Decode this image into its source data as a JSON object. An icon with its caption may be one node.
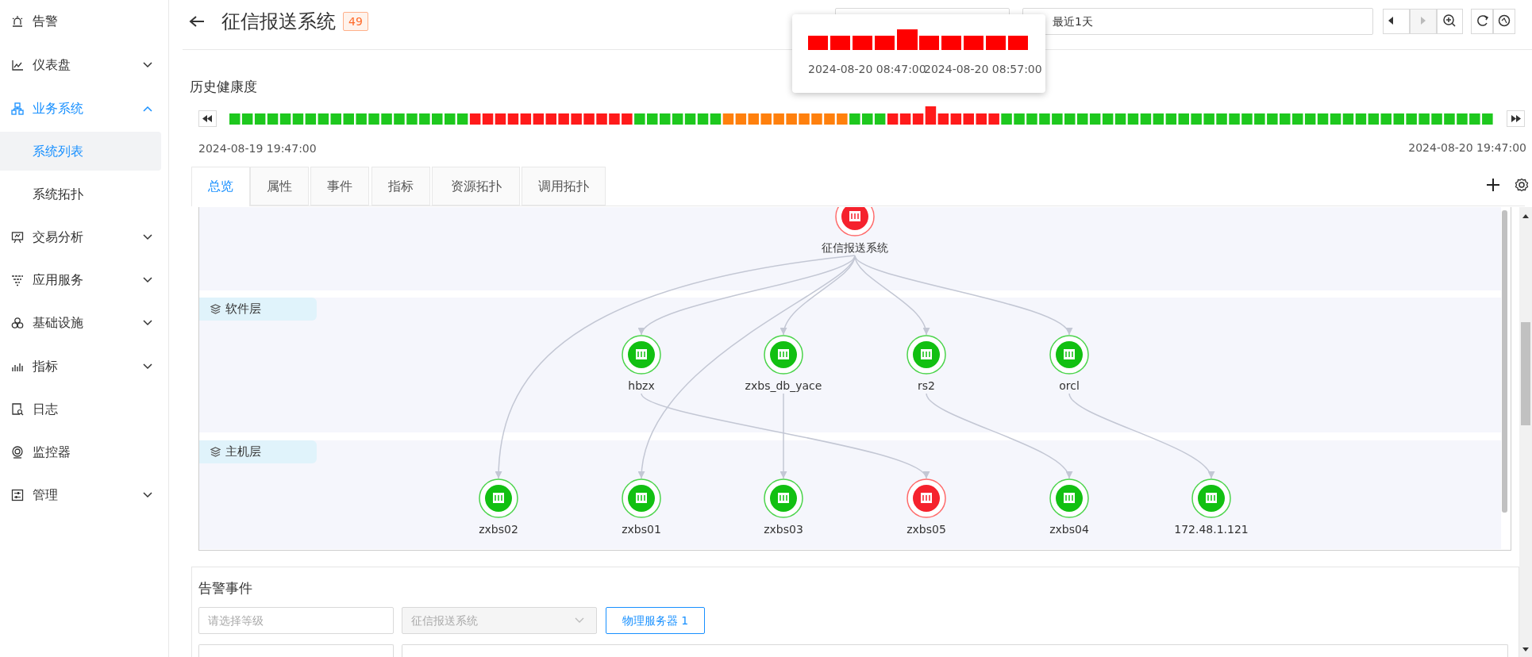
{
  "diagram": {
    "title": "征信报送系统",
    "nodes": [
      {
        "text": [
          "征信报送系统"
        ]
      },
      {
        "text": [
          "软件层"
        ]
      },
      {
        "text": [
          "hbzx"
        ],
        "in": 1
      },
      {
        "text": [
          "zxbs_db_yace"
        ],
        "in": 1
      },
      {
        "text": [
          "rs2"
        ],
        "in": 1
      },
      {
        "text": [
          "orcl"
        ],
        "in": 1
      },
      {
        "text": [
          "主机层"
        ]
      },
      {
        "text": [
          "zxbs02"
        ],
        "in": 6
      },
      {
        "text": [
          "zxbs01"
        ],
        "in": 6
      },
      {
        "text": [
          "zxbs03"
        ],
        "in": 6
      },
      {
        "text": [
          "zxbs05"
        ],
        "in": 6
      },
      {
        "text": [
          "zxbs04"
        ],
        "in": 6
      },
      {
        "text": [
          "172.48.1.121"
        ],
        "in": 6
      }
    ],
    "edges": [
      {
        "from": 0,
        "to": 2,
        "arrow": "to"
      },
      {
        "from": 0,
        "to": 3,
        "arrow": "to"
      },
      {
        "from": 0,
        "to": 4,
        "arrow": "to"
      },
      {
        "from": 0,
        "to": 5,
        "arrow": "to"
      },
      {
        "from": 0,
        "to": 7,
        "arrow": "to"
      },
      {
        "from": 0,
        "to": 8,
        "arrow": "to"
      },
      {
        "from": 2,
        "to": 10,
        "arrow": "to"
      },
      {
        "from": 3,
        "to": 9,
        "arrow": "to"
      },
      {
        "from": 4,
        "to": 11,
        "arrow": "to"
      },
      {
        "from": 5,
        "to": 12,
        "arrow": "to"
      }
    ],
    "labels": [
      "告警",
      "仪表盘",
      "业务系统",
      "系统列表",
      "系统拓扑",
      "交易分析",
      "应用服务",
      "基础设施",
      "指标",
      "日志",
      "监控器",
      "管理",
      "49",
      "最近1天",
      "2024-08-20 08:47:00",
      "2024-08-20 08:57:00",
      "历史健康度",
      "2024-08-19 19:47:00",
      "2024-08-20 19:47:00",
      "总览",
      "属性",
      "事件",
      "指标",
      "资源拓扑",
      "调用拓扑",
      "告警事件",
      "请选择等级",
      "征信报送系统",
      "物理服务器 1"
    ]
  }
}
